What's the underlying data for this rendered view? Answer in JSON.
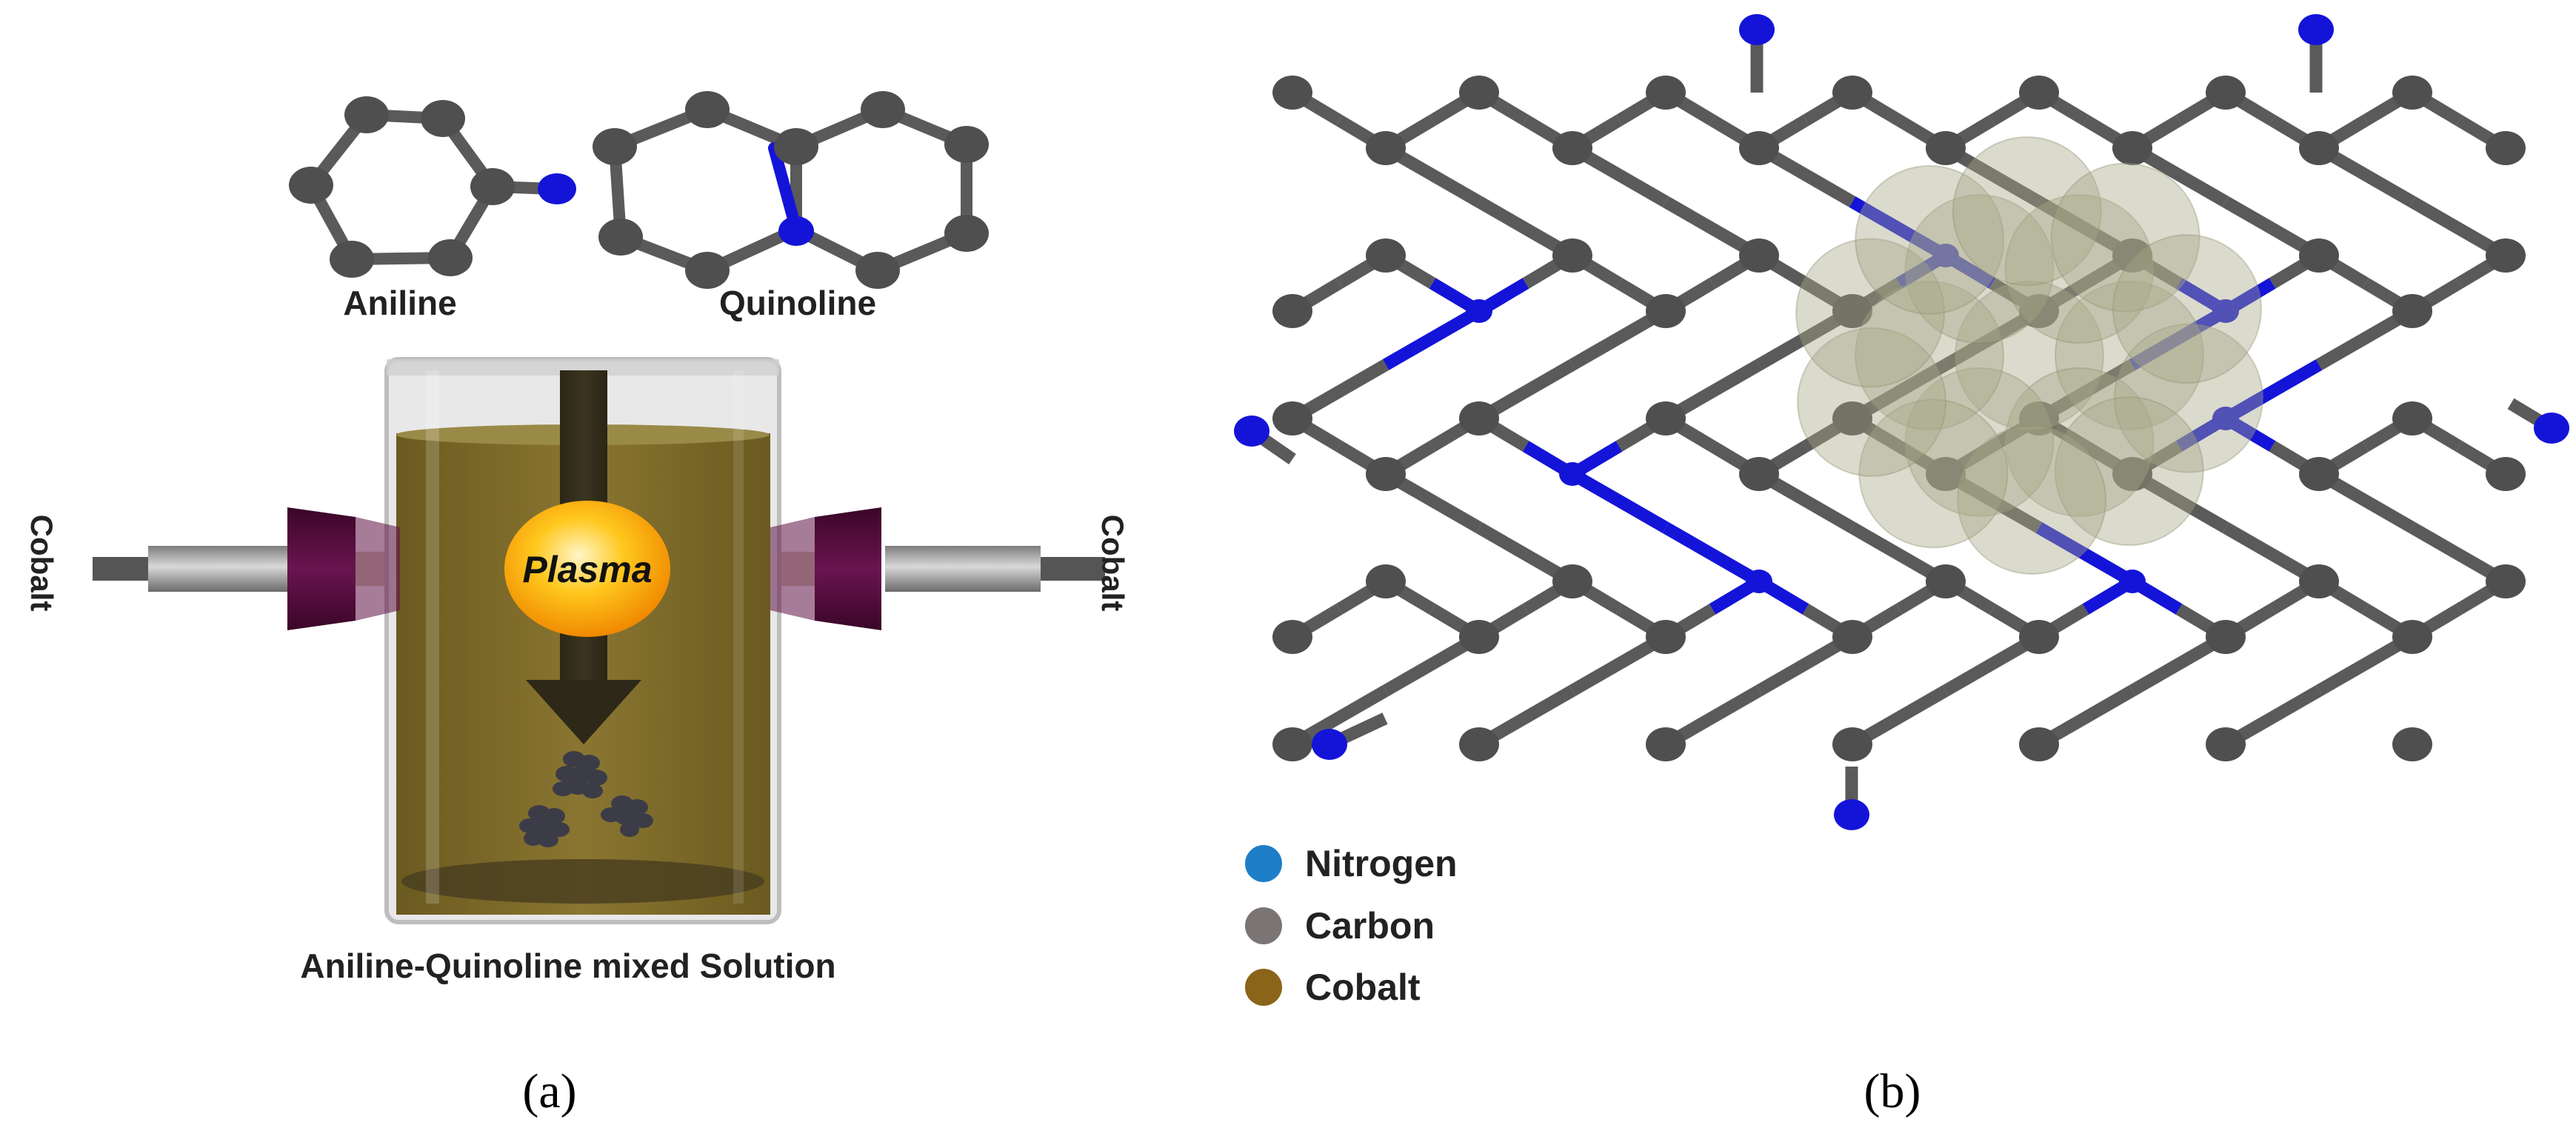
{
  "panel_a": {
    "molecule_labels": {
      "aniline": "Aniline",
      "quinoline": "Quinoline"
    },
    "plasma_label": "Plasma",
    "electrode_left_label": "Cobalt",
    "electrode_right_label": "Cobalt",
    "solution_label": "Aniline-Quinoline mixed Solution",
    "caption": "(a)"
  },
  "panel_b": {
    "legend": [
      {
        "label": "Nitrogen",
        "color": "#1e7ec8"
      },
      {
        "label": "Carbon",
        "color": "#7a7574"
      },
      {
        "label": "Cobalt",
        "color": "#8a6418"
      }
    ],
    "caption": "(b)"
  },
  "colors": {
    "carbon_atom": "#4f4f4f",
    "nitrogen_atom": "#1414d8",
    "bond": "#5a5a5a",
    "solution": "#7a6a2a",
    "electrode_holder": "#5e1044",
    "plasma": "#ffb000",
    "cobalt_cluster": "#a8a888"
  },
  "icons": [
    "aniline-molecule-icon",
    "quinoline-molecule-icon",
    "reactor-vessel-icon",
    "down-arrow-icon",
    "nanoparticle-icon",
    "graphene-sheet-icon"
  ]
}
